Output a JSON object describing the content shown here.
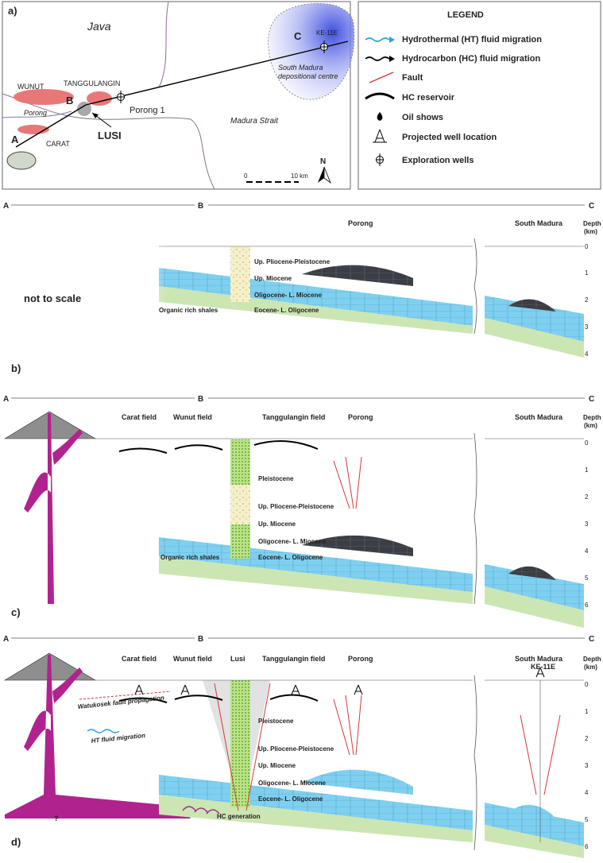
{
  "panel_labels": {
    "a": "a)",
    "b": "b)",
    "c": "c)",
    "d": "d)"
  },
  "map": {
    "java": "Java",
    "wunut": "WUNUT",
    "tanggulangin": "TANGGULANGIN",
    "porong_river": "Porong",
    "porong1": "Porong 1",
    "carat": "CARAT",
    "lusi": "LUSI",
    "madura_strait": "Madura Strait",
    "south_madura_1": "South Madura",
    "south_madura_2": "depositional centre",
    "ke11e": "KE-11E",
    "point_a": "A",
    "point_b": "B",
    "point_c": "C",
    "scale_0": "0",
    "scale_10": "10 km",
    "north": "N"
  },
  "legend": {
    "title": "LEGEND",
    "items": [
      {
        "label": "Hydrothermal (HT) fluid migration",
        "icon": "ht-migration-icon"
      },
      {
        "label": "Hydrocarbon (HC) fluid migration",
        "icon": "hc-migration-icon"
      },
      {
        "label": "Fault",
        "icon": "fault-icon"
      },
      {
        "label": "HC reservoir",
        "icon": "reservoir-icon"
      },
      {
        "label": "Oil shows",
        "icon": "oil-drop-icon"
      },
      {
        "label": "Projected well location",
        "icon": "projected-well-icon"
      },
      {
        "label": "Exploration wells",
        "icon": "exploration-well-icon"
      }
    ]
  },
  "sections": {
    "a": "A",
    "b": "B",
    "c": "C",
    "depth_title": "Depth",
    "depth_unit": "(km)",
    "b_panel": {
      "porong": "Porong",
      "south_madura": "South Madura",
      "not_to_scale": "not to scale",
      "up_plio": "Up. Pliocene-Pleistocene",
      "up_mio": "Up. Miocene",
      "oligo": "Oligocene- L. Miocene",
      "organic": "Organic rich shales",
      "eocene": "Eocene- L. Oligocene",
      "depths": [
        "0",
        "1",
        "2",
        "3",
        "4"
      ]
    },
    "c_panel": {
      "carat": "Carat field",
      "wunut": "Wunut field",
      "tanggulangin": "Tanggulangin field",
      "porong": "Porong",
      "south_madura": "South Madura",
      "pleistocene": "Pleistocene",
      "up_plio": "Up. Pliocene-Pleistocene",
      "up_mio": "Up. Miocene",
      "oligo": "Oligocene- L. Miocene",
      "organic": "Organic rich shales",
      "eocene": "Eocene- L. Oligocene",
      "depths": [
        "0",
        "1",
        "2",
        "3",
        "4",
        "5",
        "6"
      ]
    },
    "d_panel": {
      "carat": "Carat field",
      "wunut": "Wunut field",
      "lusi": "Lusi",
      "tanggulangin": "Tanggulangin field",
      "porong": "Porong",
      "south_madura": "South Madura",
      "ke11e": "KE-11E",
      "watukosek": "Watukosek fault propagation",
      "ht_migration": "HT fluid migration",
      "pleistocene": "Pleistocene",
      "up_plio": "Up. Pliocene-Pleistocene",
      "up_mio": "Up. Miocene",
      "oligo": "Oligocene- L. Miocene",
      "eocene": "Eocene- L. Oligocene",
      "hc_generation": "HC generation",
      "question": "?",
      "depths": [
        "0",
        "1",
        "2",
        "3",
        "4",
        "5",
        "6"
      ]
    }
  },
  "colors": {
    "blue_layer": "#7fd0f0",
    "green_layer": "#cce6b3",
    "dark_reservoir": "#3b3f45",
    "magma": "#b0238f",
    "fault_red": "#d23a3a",
    "ht_arrow": "#29a3dd",
    "lusi_pink": "#f09aa0"
  }
}
